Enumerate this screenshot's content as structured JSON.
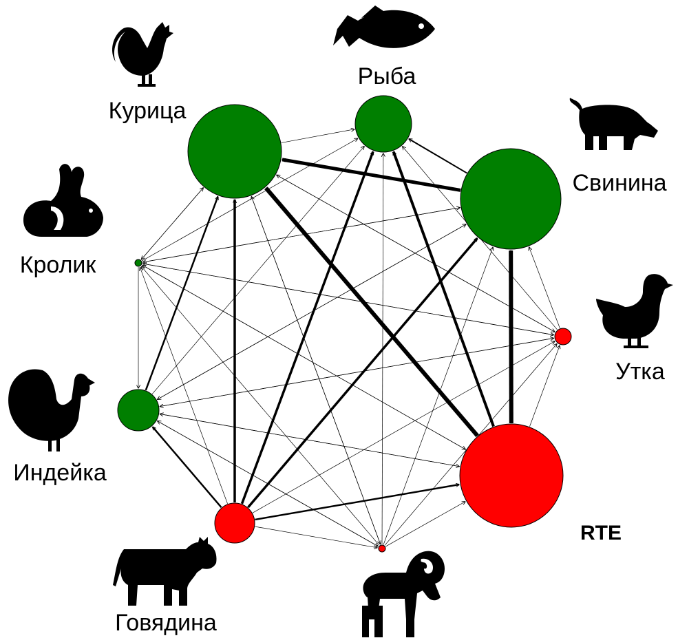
{
  "colors": {
    "green": "#007f00",
    "red": "#ff0000",
    "edge": "#000000",
    "icon": "#000000"
  },
  "nodes": [
    {
      "id": "fish",
      "label": "Рыба",
      "color": "red_or_green",
      "fill": "#007f00",
      "bold": false,
      "icon": "fish-icon"
    },
    {
      "id": "chicken",
      "label": "Курица",
      "fill": "#007f00",
      "bold": false,
      "icon": "rooster-icon"
    },
    {
      "id": "pork",
      "label": "Свинина",
      "fill": "#007f00",
      "bold": false,
      "icon": "pig-icon"
    },
    {
      "id": "rabbit",
      "label": "Кролик",
      "fill": "#007f00",
      "bold": false,
      "icon": "rabbit-icon"
    },
    {
      "id": "duck",
      "label": "Утка",
      "fill": "#ff0000",
      "bold": false,
      "icon": "duck-icon"
    },
    {
      "id": "turkey",
      "label": "Индейка",
      "fill": "#007f00",
      "bold": false,
      "icon": "turkey-icon"
    },
    {
      "id": "rte",
      "label": "RTE",
      "fill": "#ff0000",
      "bold": true,
      "icon": ""
    },
    {
      "id": "beef",
      "label": "Говядина",
      "fill": "#ff0000",
      "bold": false,
      "icon": "cow-icon"
    },
    {
      "id": "lamb",
      "label": "",
      "fill": "#ff0000",
      "bold": false,
      "icon": "ram-icon"
    }
  ],
  "edges": [
    {
      "from": "pork",
      "to": "chicken",
      "weight": 5
    },
    {
      "from": "rte",
      "to": "chicken",
      "weight": 6
    },
    {
      "from": "rte",
      "to": "pork",
      "weight": 6
    },
    {
      "from": "rte",
      "to": "fish",
      "weight": 4
    },
    {
      "from": "beef",
      "to": "chicken",
      "weight": 3.5
    },
    {
      "from": "beef",
      "to": "fish",
      "weight": 3.5
    },
    {
      "from": "beef",
      "to": "pork",
      "weight": 3.5
    },
    {
      "from": "beef",
      "to": "rte",
      "weight": 2.5
    },
    {
      "from": "beef",
      "to": "turkey",
      "weight": 2.5
    },
    {
      "from": "turkey",
      "to": "chicken",
      "weight": 2.5
    },
    {
      "from": "pork",
      "to": "fish",
      "weight": 2
    },
    {
      "from": "chicken",
      "to": "fish",
      "weight": 1
    },
    {
      "from": "rabbit",
      "to": "chicken",
      "weight": 1
    },
    {
      "from": "rabbit",
      "to": "fish",
      "weight": 1
    },
    {
      "from": "rabbit",
      "to": "pork",
      "weight": 1
    },
    {
      "from": "rabbit",
      "to": "turkey",
      "weight": 1
    },
    {
      "from": "rabbit",
      "to": "duck",
      "weight": 1
    },
    {
      "from": "rabbit",
      "to": "rte",
      "weight": 1
    },
    {
      "from": "duck",
      "to": "chicken",
      "weight": 1
    },
    {
      "from": "duck",
      "to": "fish",
      "weight": 1
    },
    {
      "from": "duck",
      "to": "pork",
      "weight": 1
    },
    {
      "from": "duck",
      "to": "turkey",
      "weight": 1
    },
    {
      "from": "duck",
      "to": "rabbit",
      "weight": 1
    },
    {
      "from": "rte",
      "to": "turkey",
      "weight": 1
    },
    {
      "from": "rte",
      "to": "rabbit",
      "weight": 1
    },
    {
      "from": "rte",
      "to": "duck",
      "weight": 1
    },
    {
      "from": "lamb",
      "to": "chicken",
      "weight": 1
    },
    {
      "from": "lamb",
      "to": "fish",
      "weight": 1
    },
    {
      "from": "lamb",
      "to": "pork",
      "weight": 1
    },
    {
      "from": "lamb",
      "to": "turkey",
      "weight": 1
    },
    {
      "from": "lamb",
      "to": "rabbit",
      "weight": 1
    },
    {
      "from": "lamb",
      "to": "duck",
      "weight": 1
    },
    {
      "from": "lamb",
      "to": "rte",
      "weight": 1
    },
    {
      "from": "beef",
      "to": "lamb",
      "weight": 1
    },
    {
      "from": "beef",
      "to": "duck",
      "weight": 1
    },
    {
      "from": "beef",
      "to": "rabbit",
      "weight": 1
    },
    {
      "from": "turkey",
      "to": "fish",
      "weight": 1
    },
    {
      "from": "turkey",
      "to": "pork",
      "weight": 1
    },
    {
      "from": "turkey",
      "to": "duck",
      "weight": 1
    },
    {
      "from": "turkey",
      "to": "rte",
      "weight": 1
    },
    {
      "from": "turkey",
      "to": "lamb",
      "weight": 1
    },
    {
      "from": "chicken",
      "to": "duck",
      "weight": 1
    },
    {
      "from": "chicken",
      "to": "lamb",
      "weight": 1
    },
    {
      "from": "chicken",
      "to": "rabbit",
      "weight": 1
    },
    {
      "from": "pork",
      "to": "turkey",
      "weight": 1
    },
    {
      "from": "pork",
      "to": "rabbit",
      "weight": 1
    }
  ]
}
